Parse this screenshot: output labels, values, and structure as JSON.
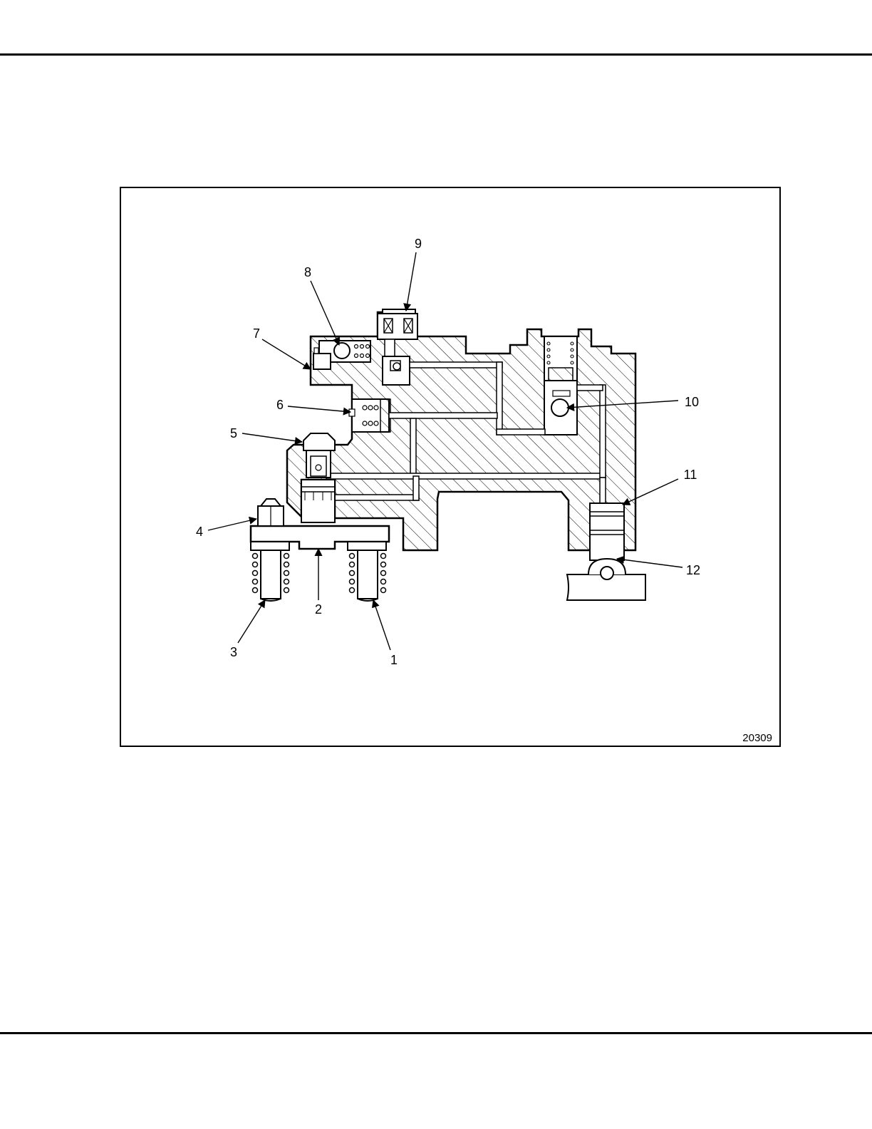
{
  "figure": {
    "id": "20309",
    "callouts": [
      {
        "num": "1"
      },
      {
        "num": "2"
      },
      {
        "num": "3"
      },
      {
        "num": "4"
      },
      {
        "num": "5"
      },
      {
        "num": "6"
      },
      {
        "num": "7"
      },
      {
        "num": "8"
      },
      {
        "num": "9"
      },
      {
        "num": "10"
      },
      {
        "num": "11"
      },
      {
        "num": "12"
      }
    ]
  },
  "colors": {
    "ink": "#000000",
    "paper": "#ffffff"
  }
}
